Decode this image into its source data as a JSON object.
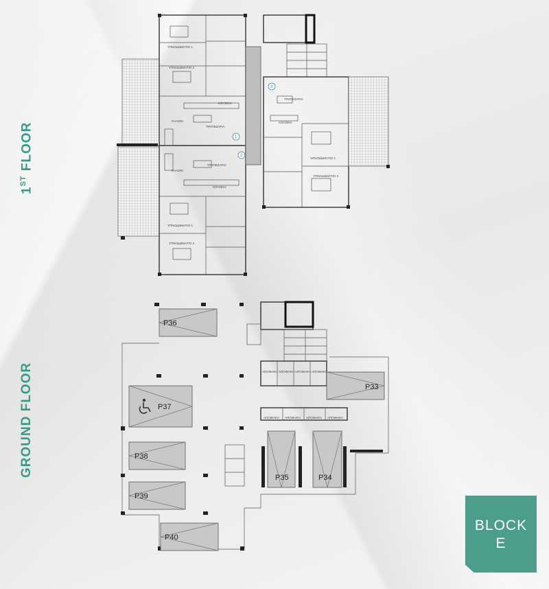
{
  "floors": {
    "first": {
      "label_main": "1",
      "label_sup": "ST",
      "label_rest": " FLOOR"
    },
    "ground": {
      "label": "GROUND FLOOR"
    }
  },
  "room_labels": {
    "bedroom1": "ΥΠΝΟΔΩΜΑΤΙΟ 1",
    "bedroom2": "ΥΠΝΟΔΩΜΑΤΙΟ 2",
    "kitchen": "ΚΟΥΖΙΝΑ",
    "dining": "ΤΡΑΠΕΖΑΡΙΑ",
    "living": "ΣΑΛΟΝΙ",
    "storage": "ΑΠΟΘΗΚΗ"
  },
  "unit_markers": [
    "1",
    "2",
    "3"
  ],
  "parking": [
    "P33",
    "P34",
    "P35",
    "P36",
    "P37",
    "P38",
    "P39",
    "P40"
  ],
  "block": {
    "line1": "BLOCK",
    "line2": "E"
  },
  "colors": {
    "accent": "#3a9a8a",
    "badge": "#4b9d8c",
    "slot_fill": "#c8c8c6"
  }
}
